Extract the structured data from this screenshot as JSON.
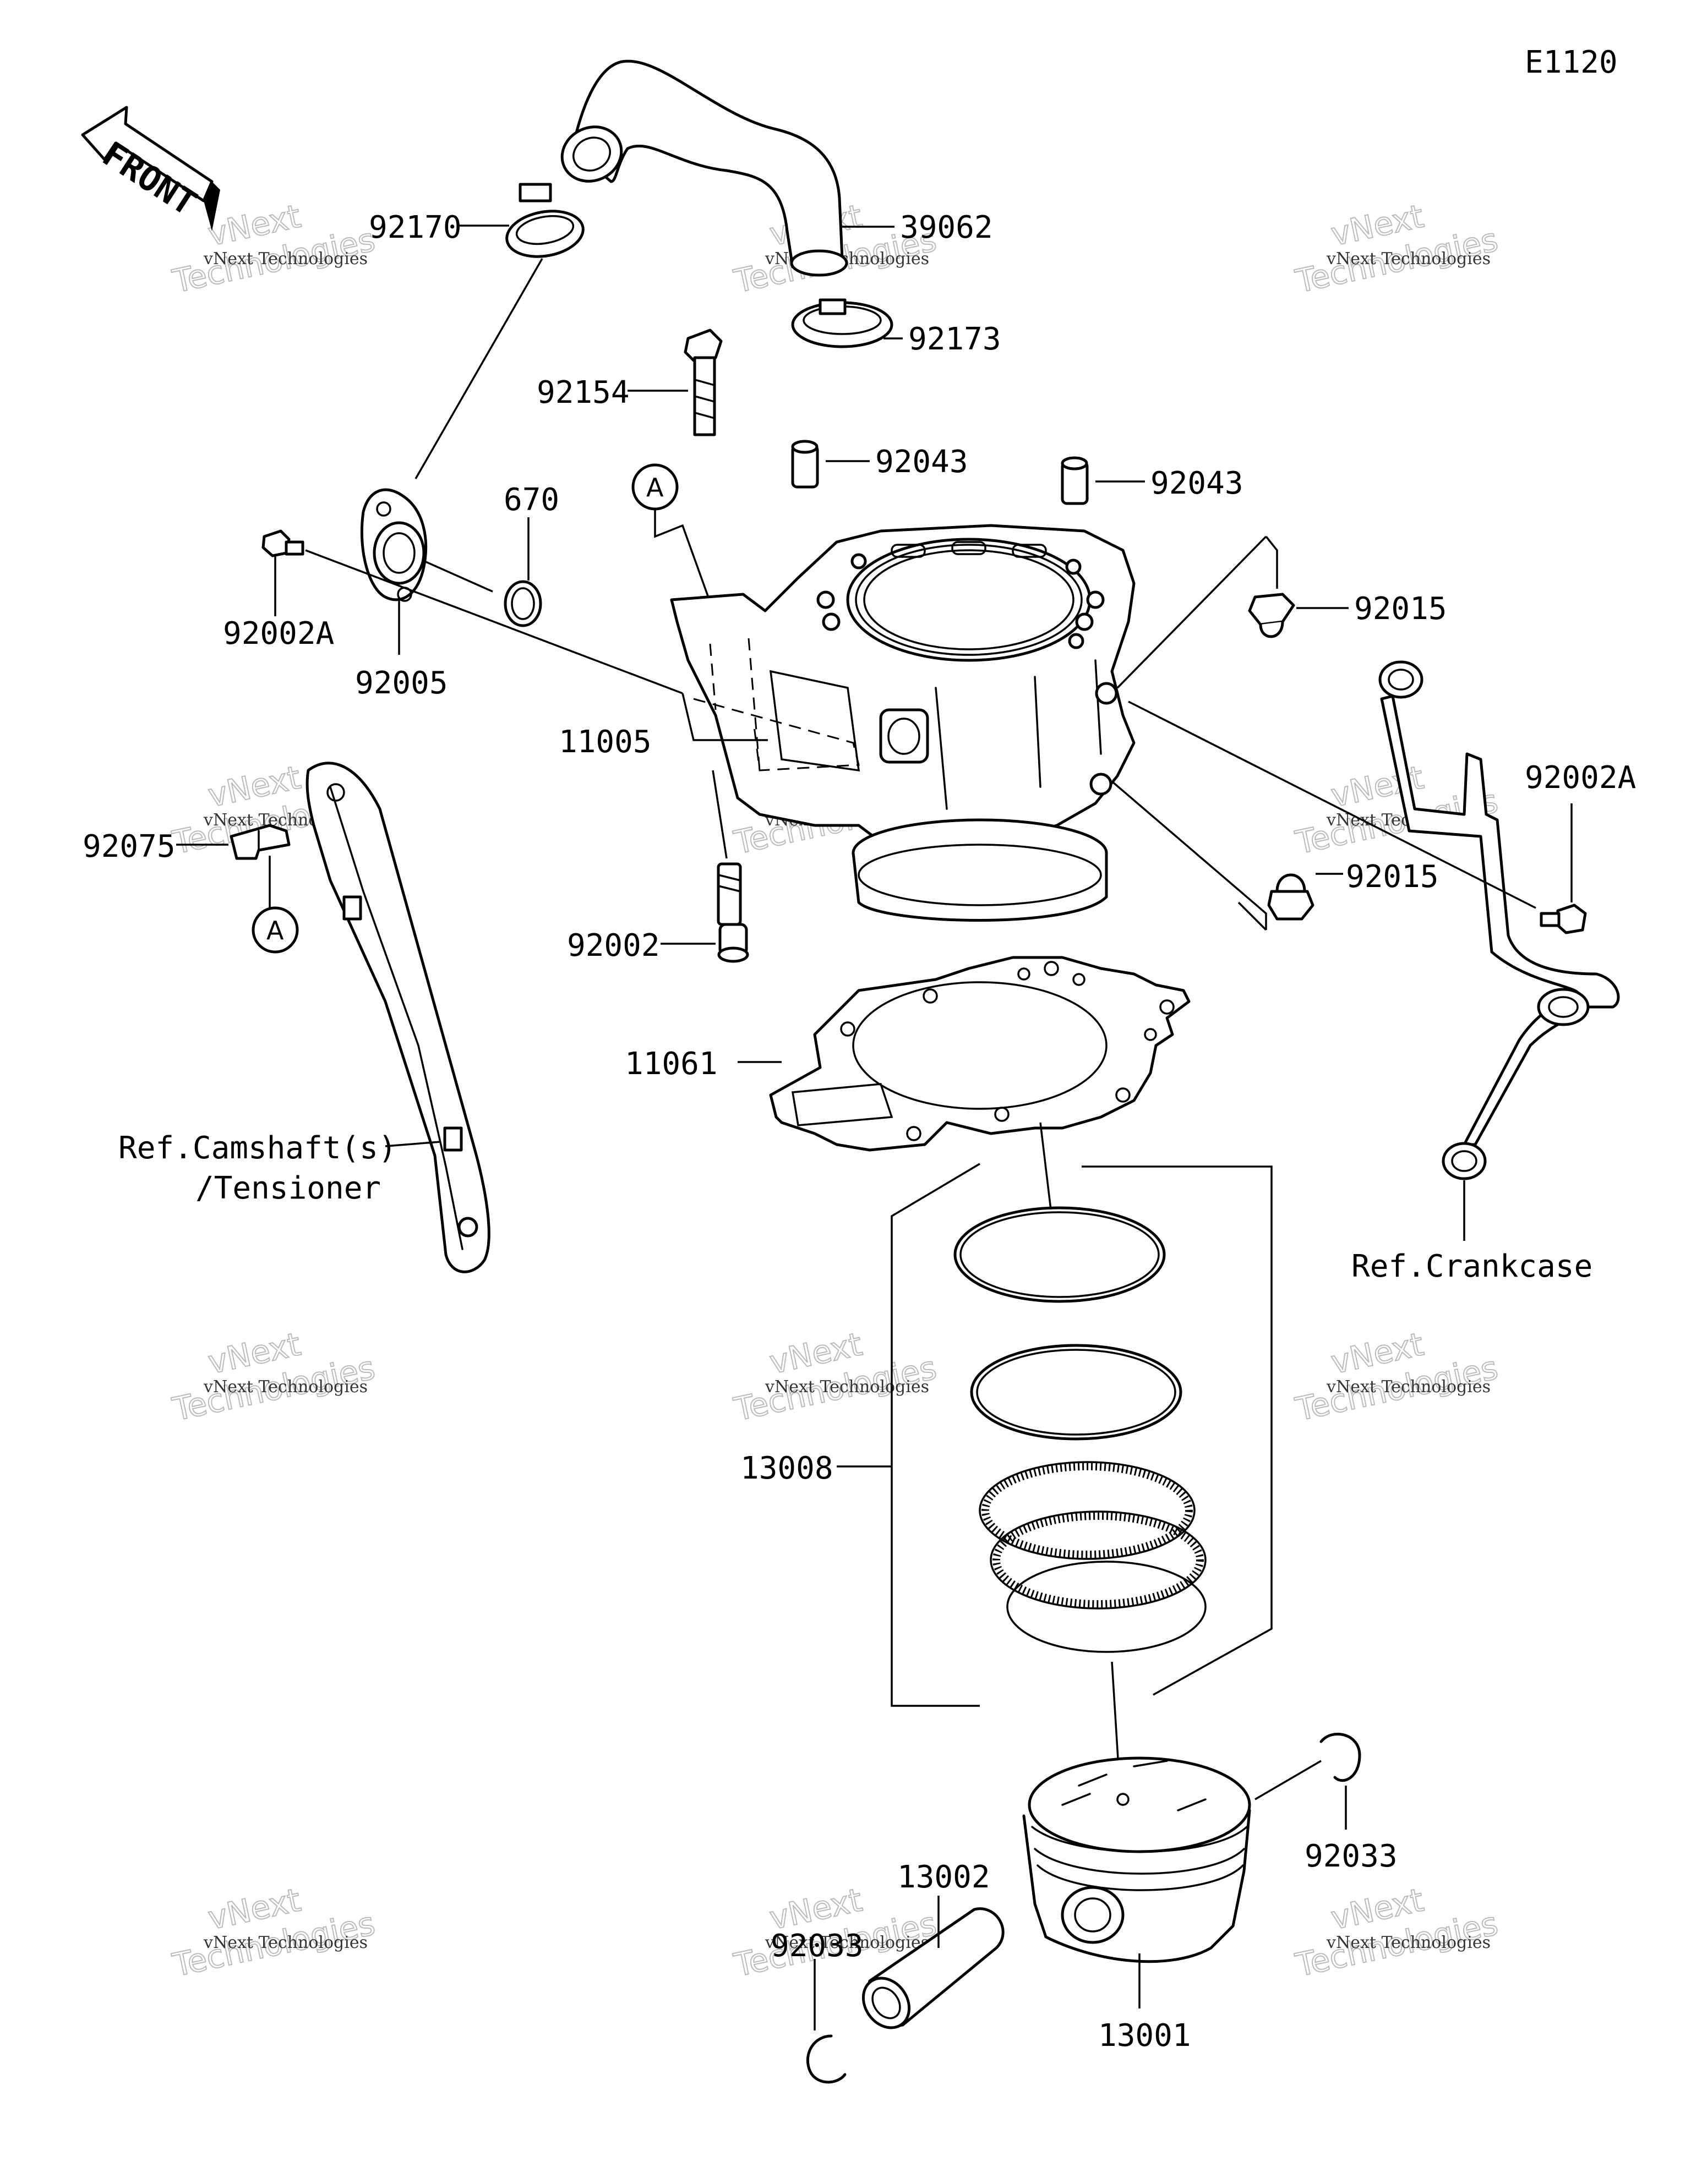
{
  "diagram_code": "E1120",
  "front_label": "FRONT",
  "watermark": {
    "line1": "vNext Technologies",
    "line2": "vNext",
    "line3": "Technologies"
  },
  "reference_marker": "A",
  "parts": {
    "p39062": "39062",
    "p92170": "92170",
    "p92173": "92173",
    "p92154": "92154",
    "p92043a": "92043",
    "p92043b": "92043",
    "p670": "670",
    "p92002A_left": "92002A",
    "p92005": "92005",
    "p92015_top": "92015",
    "p92015_bottom": "92015",
    "p11005": "11005",
    "p92002A_right": "92002A",
    "p92075": "92075",
    "p92002": "92002",
    "p11061": "11061",
    "p13008": "13008",
    "p92033_right": "92033",
    "p13002": "13002",
    "p92033_left": "92033",
    "p13001": "13001"
  },
  "references": {
    "camshaft_line1": "Ref.Camshaft(s)",
    "camshaft_line2": "/Tensioner",
    "crankcase": "Ref.Crankcase"
  }
}
